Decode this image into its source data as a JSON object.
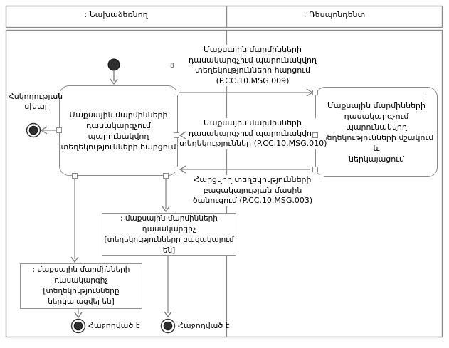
{
  "page": {
    "background": "#ffffff",
    "line_color": "#8c8c8c",
    "text_color": "#000000",
    "node_fill": "#2f2f2f"
  },
  "lanes": {
    "initiator": ": Նախաձեռնող",
    "respondent": ": Ռեսպոնդենտ"
  },
  "activities": {
    "initiator_request": {
      "lines": [
        "Մաքսային մարմինների",
        "դասակարգչում",
        "պարունակվող",
        "տեղեկությունների հարցում"
      ]
    },
    "respondent_process": {
      "lines": [
        "Մաքսային մարմինների",
        "դասակարգչում պարունակվող",
        "տեղեկությունների մշակում և",
        "ներկայացում"
      ]
    }
  },
  "messages": {
    "msg009": {
      "lines": [
        "Մաքսային մարմինների",
        "դասակարգչում պարունակվող",
        "տեղեկությունների հարցում",
        "(P.CC.10.MSG.009)"
      ]
    },
    "msg010": {
      "lines": [
        "Մաքսային մարմինների",
        "դասակարգչում պարունակվող",
        "տեղեկություններ (P.CC.10.MSG.010)"
      ]
    },
    "msg003": {
      "lines": [
        "Հարցվող տեղեկությունների",
        "բացակայության մասին",
        "ծանուցում (P.CC.10.MSG.003)"
      ]
    }
  },
  "objects": {
    "classifier_absent": {
      "lines": [
        ": մաքսային մարմինների դասակարգիչ",
        "[տեղեկությունները բացակայում են]"
      ]
    },
    "classifier_presented": {
      "lines": [
        ": մաքսային մարմինների",
        "դասակարգիչ [տեղեկությունները",
        "ներկայացվել են]"
      ]
    }
  },
  "annotations": {
    "error_signal": {
      "lines": [
        "Հսկողության",
        "սխալ"
      ]
    },
    "success_left": "Հաջողված է",
    "success_middle": "Հաջողված է",
    "stray_mark_1": "8",
    "stray_mark_2": ";"
  }
}
